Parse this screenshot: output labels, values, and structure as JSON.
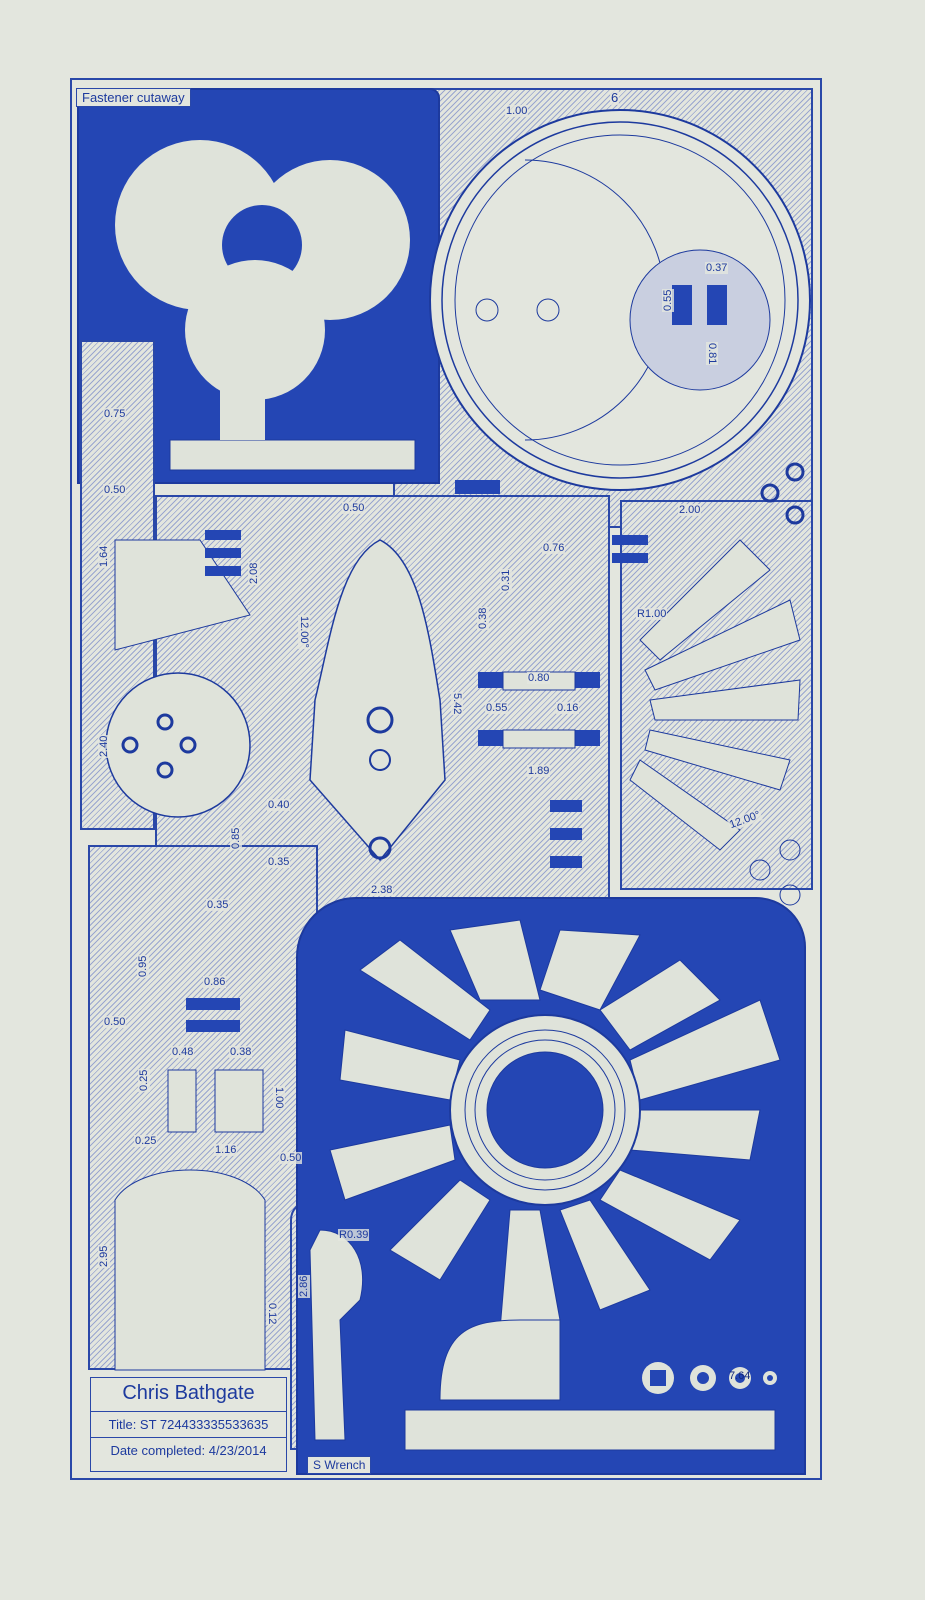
{
  "labels": {
    "fastener_cutaway": "Fastener cutaway",
    "s_wrench": "S Wrench"
  },
  "title_block": {
    "author": "Chris Bathgate",
    "title": "Title: ST 724433335533635",
    "date": "Date completed: 4/23/2014"
  },
  "dims": [
    "6",
    "1.00",
    "0.37",
    "0.55",
    "0.81",
    "0.75",
    "0.50",
    "2.00",
    "0.50",
    "1.64",
    "2.08",
    "12.00°",
    "0.76",
    "0.31",
    "0.38",
    "R1.00",
    "0.80",
    "0.55",
    "0.16",
    "5.42",
    "2.40",
    "1.89",
    "0.40",
    "0.85",
    "0.35",
    "12.00°",
    "2.38",
    "0.35",
    "0.95",
    "0.86",
    "0.50",
    "0.48",
    "0.38",
    "0.25",
    "1.00",
    "0.25",
    "1.16",
    "0.50",
    "2.95",
    "0.12",
    "R0.39",
    "2.86",
    "7.64"
  ],
  "colors": {
    "paper": "#e3e6de",
    "ink": "#1d3a9e",
    "fill": "#2446b4"
  }
}
